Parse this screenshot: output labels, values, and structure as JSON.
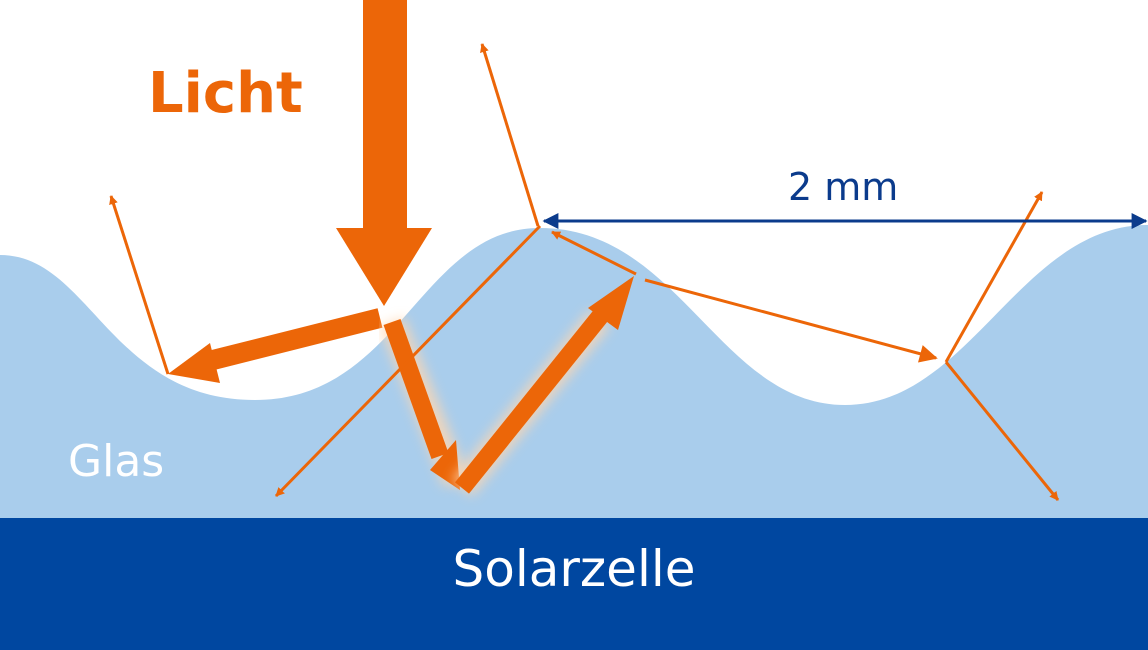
{
  "labels": {
    "light": "Licht",
    "glass": "Glas",
    "solar_cell": "Solarzelle",
    "dimension": "2 mm"
  },
  "colors": {
    "light_arrow": "#ec6608",
    "glass": "#a9cdec",
    "solar_cell": "#0047a0",
    "dimension": "#0b3b8c",
    "cell_text": "#ffffff",
    "glass_text": "#ffffff"
  }
}
